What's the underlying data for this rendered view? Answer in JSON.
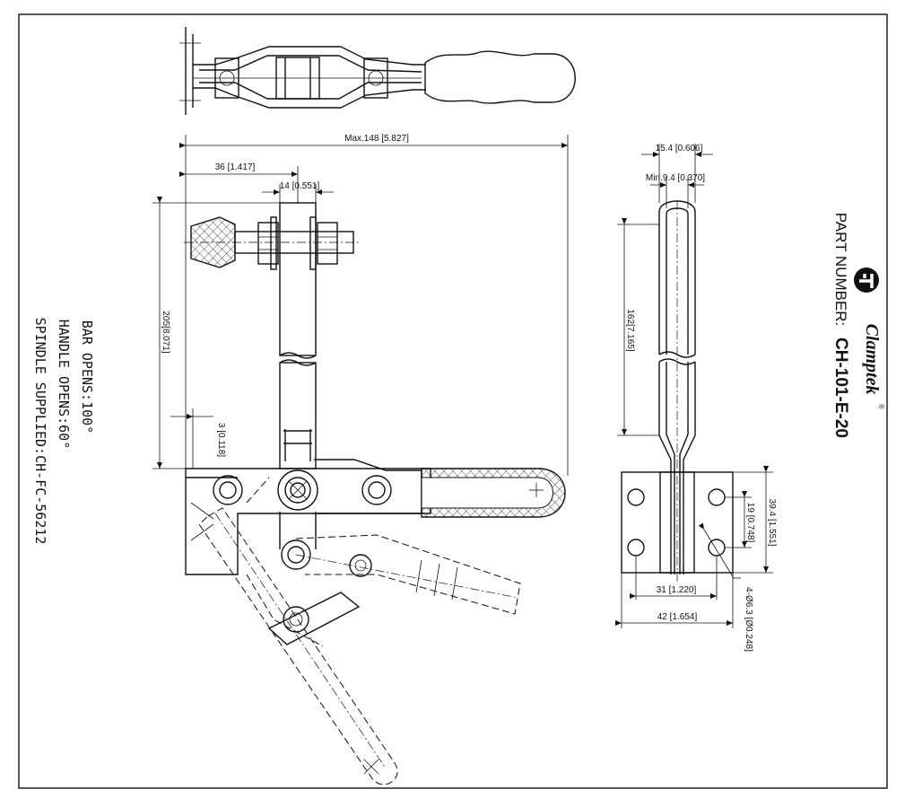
{
  "brand": {
    "name": "Clamptek",
    "registered_mark": "®"
  },
  "part": {
    "label": "PART NUMBER:",
    "number": "CH-101-E-20"
  },
  "notes": [
    "BAR OPENS:100°",
    "HANDLE OPENS:60°",
    "SPINDLE SUPPLIED:CH-FC-56212"
  ],
  "dimensions": {
    "overall_length": "Max.148 [5.827]",
    "pivot_offset": "36 [1.417]",
    "bar_width": "14 [0.551]",
    "bar_length": "205[8.071]",
    "base_thickness": "3 [0.118]",
    "handle_width": "15.4 [0.606]",
    "slot_min": "Min.9.4 [0.370]",
    "slot_length": "162[7.165]",
    "base_height": "39.4 [1.551]",
    "hole_spacing_vertical": "19 [0.748]",
    "hole_spacing_horizontal": "31 [1.220]",
    "base_width": "42 [1.654]",
    "holes": "4-Ø6.3 [Ø0.248]"
  }
}
